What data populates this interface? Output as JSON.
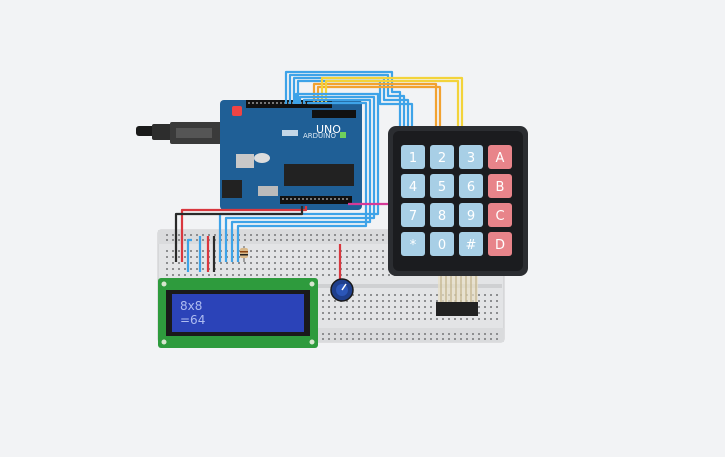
{
  "arduino": {
    "logo": "ARDUINO",
    "model": "UNO",
    "color": "#1f5f96"
  },
  "keypad": {
    "keys": [
      [
        "1",
        "2",
        "3",
        "A"
      ],
      [
        "4",
        "5",
        "6",
        "B"
      ],
      [
        "7",
        "8",
        "9",
        "C"
      ],
      [
        "*",
        "0",
        "#",
        "D"
      ]
    ],
    "digit_key_color": "#a8cfe6",
    "letter_key_color": "#e8848a",
    "frame_color": "#2b2d31"
  },
  "lcd": {
    "line1": "8x8",
    "line2": "=64",
    "screen_color": "#2b43b8",
    "board_color": "#2e9b3d"
  },
  "wire_colors": {
    "blue": "#3ea3e8",
    "orange": "#f2a230",
    "yellow": "#f3d33a",
    "red": "#d9373e",
    "black": "#2a2a2a",
    "magenta": "#d63a98"
  }
}
